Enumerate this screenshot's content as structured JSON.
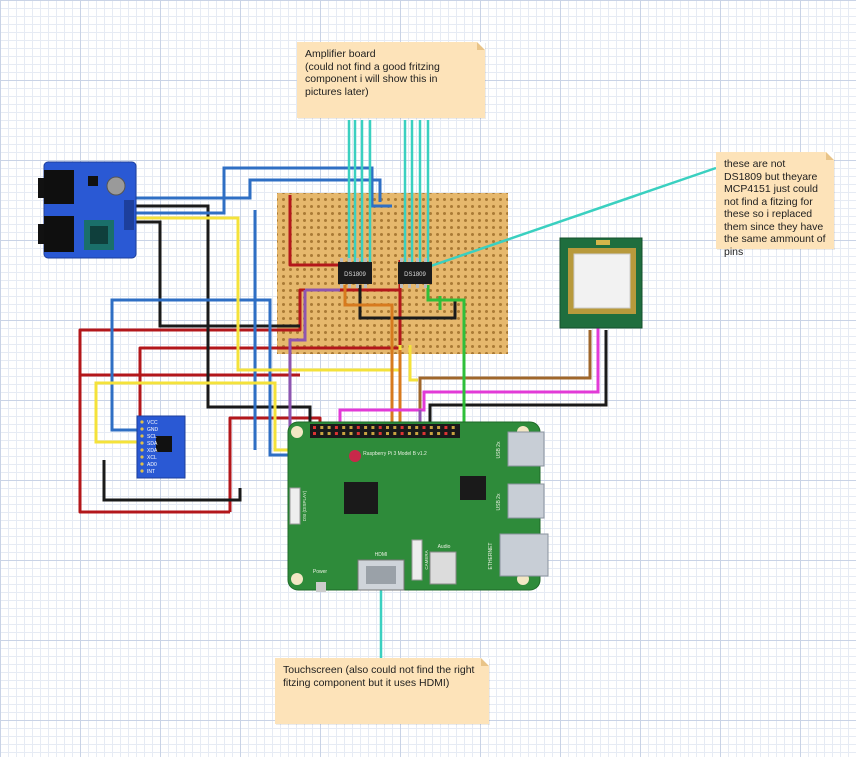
{
  "notes": {
    "amplifier": "Amplifier board\n(could not find a good fritzing component i will show this in pictures later)",
    "digipot": "these are not DS1809 but theyare MCP4151 just could not find a fitzing for these so i replaced them since they have the same ammount of pins",
    "touchscreen": "Touchscreen (also could not find the right fitzing component but it uses HDMI)"
  },
  "chips": {
    "left": "DS1809",
    "right": "DS1809"
  },
  "rpi": {
    "board_name": "Raspberry Pi 3 Model B v1.2",
    "usb1": "USB 2x",
    "usb2": "USB 2x",
    "ethernet": "ETHERNET",
    "hdmi": "HDMI",
    "audio": "Audio",
    "power": "Power",
    "camera": "CAMERA",
    "display": "DSI (DISPLAY)"
  },
  "imu_pins": [
    "VCC",
    "GND",
    "SCL",
    "SDA",
    "XDA",
    "XCL",
    "AD0",
    "INT"
  ],
  "colors": {
    "wire_blue": "#2f6fc4",
    "wire_black": "#1a1a1a",
    "wire_yellow": "#f4e23a",
    "wire_red": "#b3171b",
    "wire_green": "#2fbf3a",
    "wire_magenta": "#e23ad7",
    "wire_purple": "#8e55b0",
    "wire_brown": "#a0672b",
    "wire_orange": "#d77a1e",
    "wire_teal": "#3ad0c0",
    "rpi_green": "#2e8b3a",
    "perfboard": "#e6b86d",
    "note_bg": "#fde3b9"
  }
}
